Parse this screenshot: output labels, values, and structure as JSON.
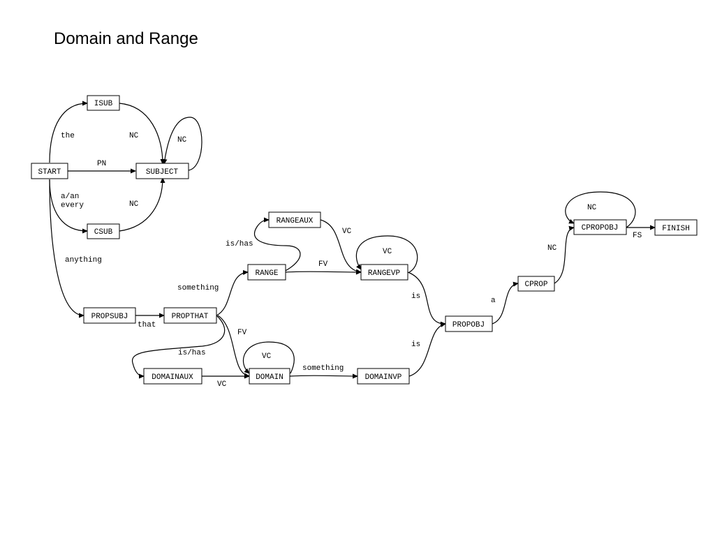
{
  "title": "Domain and Range",
  "nodes": {
    "start": "START",
    "isub": "ISUB",
    "subject": "SUBJECT",
    "csub": "CSUB",
    "propsubj": "PROPSUBJ",
    "propthat": "PROPTHAT",
    "rangeaux": "RANGEAUX",
    "range": "RANGE",
    "rangevp": "RANGEVP",
    "domainaux": "DOMAINAUX",
    "domain": "DOMAIN",
    "domainvp": "DOMAINVP",
    "propobj": "PROPOBJ",
    "cprop": "CPROP",
    "cpropobj": "CPROPOBJ",
    "finish": "FINISH"
  },
  "edges": {
    "start_isub": "the",
    "isub_subject": "NC",
    "subject_loop": "NC",
    "start_subject": "PN",
    "start_csub": "a/an\nevery",
    "csub_subject": "NC",
    "start_propsubj": "anything",
    "propsubj_propthat": "that",
    "propthat_range": "something",
    "range_rangeaux": "is/has",
    "rangeaux_rangevp": "VC",
    "range_rangevp": "FV",
    "rangevp_loop": "VC",
    "rangevp_propobj": "is",
    "propthat_domainaux": "is/has",
    "domainaux_domain": "VC",
    "propthat_domain": "FV",
    "domain_loop": "VC",
    "domain_domainvp": "something",
    "domainvp_propobj": "is",
    "propobj_cprop": "a",
    "cprop_cpropobj": "NC",
    "cpropobj_loop": "NC",
    "cpropobj_finish": "FS"
  }
}
